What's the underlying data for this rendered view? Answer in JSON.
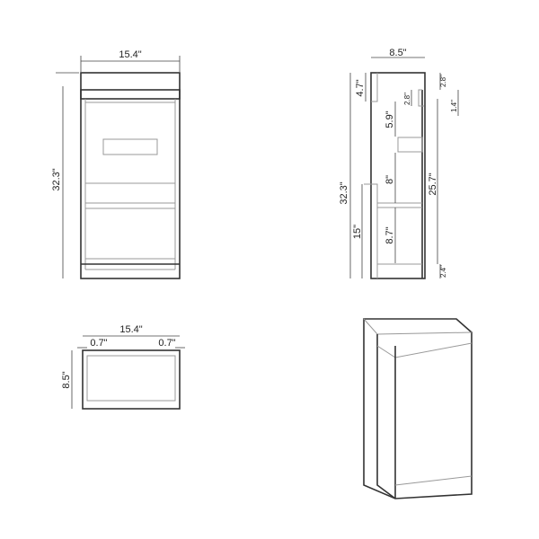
{
  "front_view": {
    "width_label": "15.4\"",
    "height_label": "32.3\""
  },
  "side_view": {
    "depth_label": "8.5\"",
    "height_label": "32.3\"",
    "top_rail_label": "4.7\"",
    "top_gap_label": "2.8\"",
    "top_right_label": "2.8\"",
    "step_label": "1.4\"",
    "upper_shelf_label": "5.9\"",
    "middle_shelf_label": "8\"",
    "lower_shelf_label": "8.7\"",
    "interior_height_label": "25.7\"",
    "door_label": "15\"",
    "base_label": "2.4\""
  },
  "top_view": {
    "width_label": "15.4\"",
    "left_panel_label": "0.7\"",
    "right_panel_label": "0.7\"",
    "depth_label": "8.5\""
  }
}
